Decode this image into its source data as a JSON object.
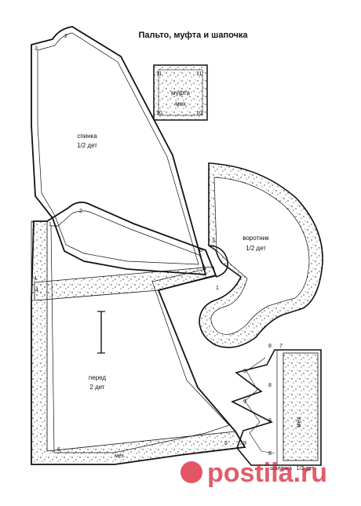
{
  "title": "Пальто, муфта и шапочка",
  "pieces": {
    "back": {
      "name": "спинка",
      "count": "1/2 дет",
      "points": [
        "3",
        "2",
        "4"
      ]
    },
    "front": {
      "name": "перед",
      "count": "2 дет",
      "points": [
        "1",
        "2",
        "6",
        "5",
        "6",
        "4"
      ],
      "fur": "мех"
    },
    "muff": {
      "name": "муфта",
      "material": "мех",
      "points": [
        "11",
        "11",
        "10",
        "10"
      ]
    },
    "collar": {
      "name": "воротник",
      "count": "1/2 дет",
      "points": [
        "3",
        "1"
      ]
    },
    "hat": {
      "name": "шапочка",
      "count": "1/2 дет",
      "fur": "мех",
      "points": [
        "8",
        "7",
        "9",
        "8",
        "9",
        "8",
        "9",
        "8"
      ]
    }
  },
  "watermark": {
    "text": "postila.ru",
    "color": "#d81e32"
  },
  "colors": {
    "line": "#111111",
    "background": "#ffffff",
    "fur_dots": "#333333"
  }
}
